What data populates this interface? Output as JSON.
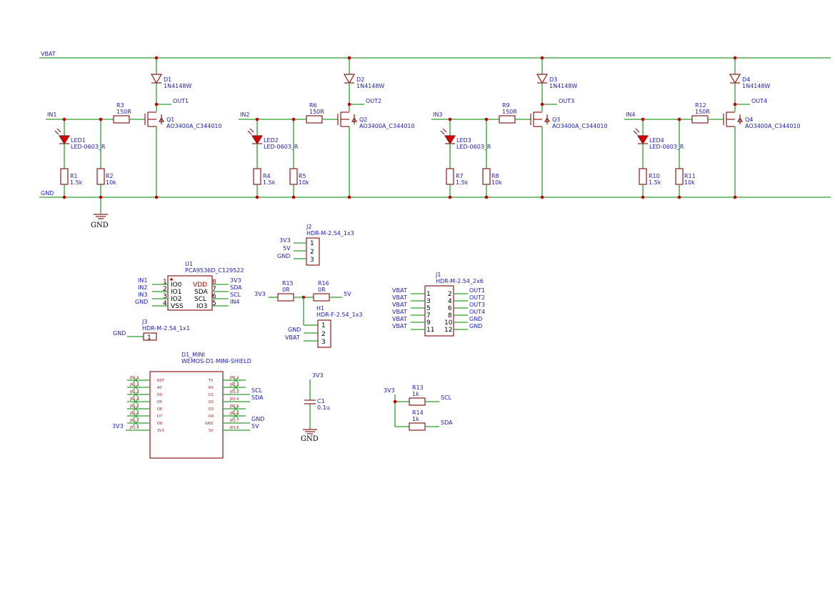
{
  "nets": {
    "vbat": "VBAT",
    "gnd": "GND",
    "gnd_symbol": "GND",
    "v3": "3V3",
    "v5": "5V",
    "sda": "SDA",
    "scl": "SCL"
  },
  "channels": [
    {
      "in": "IN1",
      "out": "OUT1",
      "diode": "D1",
      "diode_val": "1N4148W",
      "fet": "Q1",
      "fet_val": "AO3400A_C344010",
      "rg": "R3",
      "rg_val": "150R",
      "led": "LED1",
      "led_val": "LED-0603_R",
      "rl": "R1",
      "rl_val": "1.5k",
      "rp": "R2",
      "rp_val": "10k"
    },
    {
      "in": "IN2",
      "out": "OUT2",
      "diode": "D2",
      "diode_val": "1N4148W",
      "fet": "Q2",
      "fet_val": "AO3400A_C344010",
      "rg": "R6",
      "rg_val": "150R",
      "led": "LED2",
      "led_val": "LED-0603_R",
      "rl": "R4",
      "rl_val": "1.5k",
      "rp": "R5",
      "rp_val": "10k"
    },
    {
      "in": "IN3",
      "out": "OUT3",
      "diode": "D3",
      "diode_val": "1N4148W",
      "fet": "Q3",
      "fet_val": "AO3400A_C344010",
      "rg": "R9",
      "rg_val": "150R",
      "led": "LED3",
      "led_val": "LED-0603_R",
      "rl": "R7",
      "rl_val": "1.5k",
      "rp": "R8",
      "rp_val": "10k"
    },
    {
      "in": "IN4",
      "out": "OUT4",
      "diode": "D4",
      "diode_val": "1N4148W",
      "fet": "Q4",
      "fet_val": "AO3400A_C344010",
      "rg": "R12",
      "rg_val": "150R",
      "led": "LED4",
      "led_val": "LED-0603_R",
      "rl": "R10",
      "rl_val": "1.5k",
      "rp": "R11",
      "rp_val": "10k"
    }
  ],
  "u1": {
    "ref": "U1",
    "value": "PCA9536D_C129522",
    "left_pins": [
      {
        "num": "1",
        "name": "IO0",
        "net": "IN1"
      },
      {
        "num": "2",
        "name": "IO1",
        "net": "IN2"
      },
      {
        "num": "3",
        "name": "IO2",
        "net": "IN3"
      },
      {
        "num": "4",
        "name": "VSS",
        "net": "GND"
      }
    ],
    "right_pins": [
      {
        "num": "8",
        "name": "VDD",
        "net": "3V3"
      },
      {
        "num": "7",
        "name": "SDA",
        "net": "SDA"
      },
      {
        "num": "6",
        "name": "SCL",
        "net": "SCL"
      },
      {
        "num": "5",
        "name": "IO3",
        "net": "IN4"
      }
    ]
  },
  "j2": {
    "ref": "J2",
    "value": "HDR-M-2.54_1x3",
    "pins": [
      {
        "num": "1",
        "net": "3V3"
      },
      {
        "num": "2",
        "net": "5V"
      },
      {
        "num": "3",
        "net": "GND"
      }
    ]
  },
  "j3": {
    "ref": "J3",
    "value": "HDR-M-2.54_1x1",
    "pins": [
      {
        "num": "1",
        "net": "GND"
      }
    ]
  },
  "h1": {
    "ref": "H1",
    "value": "HDR-F-2.54_1x3",
    "pins": [
      {
        "num": "1",
        "net": ""
      },
      {
        "num": "2",
        "net": "GND"
      },
      {
        "num": "3",
        "net": "VBAT"
      }
    ]
  },
  "r15": {
    "ref": "R15",
    "value": "0R"
  },
  "r16": {
    "ref": "R16",
    "value": "0R"
  },
  "j1": {
    "ref": "J1",
    "value": "HDR-M-2.54_2x6",
    "left_pins": [
      {
        "num": "1",
        "net": "VBAT"
      },
      {
        "num": "3",
        "net": "VBAT"
      },
      {
        "num": "5",
        "net": "VBAT"
      },
      {
        "num": "7",
        "net": "VBAT"
      },
      {
        "num": "9",
        "net": "VBAT"
      },
      {
        "num": "11",
        "net": "VBAT"
      }
    ],
    "right_pins": [
      {
        "num": "2",
        "net": "OUT1"
      },
      {
        "num": "4",
        "net": "OUT2"
      },
      {
        "num": "6",
        "net": "OUT3"
      },
      {
        "num": "8",
        "net": "OUT4"
      },
      {
        "num": "10",
        "net": "GND"
      },
      {
        "num": "12",
        "net": "GND"
      }
    ]
  },
  "d1mini": {
    "ref": "D1_MINI",
    "value": "WEMOS-D1-MINI-SHIELD",
    "left_pins": [
      {
        "pad": "JP1.1",
        "name": "RST",
        "net": ""
      },
      {
        "pad": "JP1.2",
        "name": "A0",
        "net": ""
      },
      {
        "pad": "JP1.3",
        "name": "D0",
        "net": ""
      },
      {
        "pad": "JP1.4",
        "name": "D5",
        "net": ""
      },
      {
        "pad": "JP1.5",
        "name": "D6",
        "net": ""
      },
      {
        "pad": "JP1.6",
        "name": "D7",
        "net": ""
      },
      {
        "pad": "JP1.7",
        "name": "D8",
        "net": ""
      },
      {
        "pad": "JP1.8",
        "name": "3V3",
        "net": "3V3"
      }
    ],
    "right_pins": [
      {
        "pad": "JP2.1",
        "name": "TX",
        "net": ""
      },
      {
        "pad": "JP2.2",
        "name": "RX",
        "net": ""
      },
      {
        "pad": "JP2.3",
        "name": "D1",
        "net": "SCL"
      },
      {
        "pad": "JP2.4",
        "name": "D2",
        "net": "SDA"
      },
      {
        "pad": "JP2.5",
        "name": "D3",
        "net": ""
      },
      {
        "pad": "JP2.6",
        "name": "D4",
        "net": ""
      },
      {
        "pad": "JP2.7",
        "name": "GND",
        "net": "GND"
      },
      {
        "pad": "JP2.8",
        "name": "5V",
        "net": "5V"
      }
    ]
  },
  "c1": {
    "ref": "C1",
    "value": "0.1u",
    "net_top": "3V3",
    "net_bottom": "GND"
  },
  "pullups": [
    {
      "ref": "R13",
      "value": "1k",
      "net": "SCL"
    },
    {
      "ref": "R14",
      "value": "1k",
      "net": "SDA"
    }
  ]
}
